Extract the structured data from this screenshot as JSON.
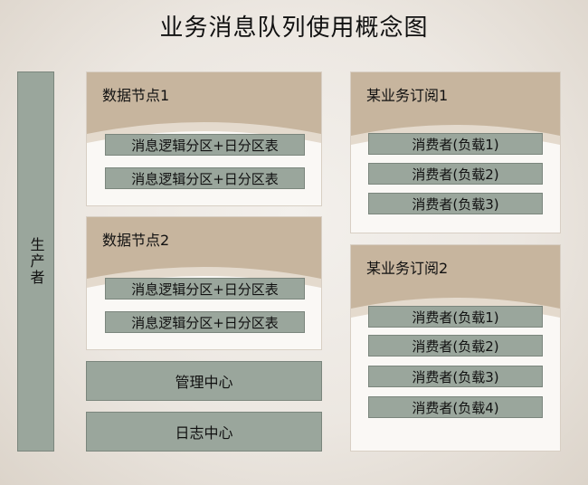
{
  "title": "业务消息队列使用概念图",
  "producer": "生产者",
  "data_nodes": [
    {
      "title": "数据节点1",
      "items": [
        "消息逻辑分区+日分区表",
        "消息逻辑分区+日分区表"
      ]
    },
    {
      "title": "数据节点2",
      "items": [
        "消息逻辑分区+日分区表",
        "消息逻辑分区+日分区表"
      ]
    }
  ],
  "management_center": "管理中心",
  "log_center": "日志中心",
  "subscriptions": [
    {
      "title": "某业务订阅1",
      "consumers": [
        "消费者(负载1)",
        "消费者(负载2)",
        "消费者(负载3)"
      ]
    },
    {
      "title": "某业务订阅2",
      "consumers": [
        "消费者(负载1)",
        "消费者(负载2)",
        "消费者(负载3)",
        "消费者(负载4)"
      ]
    }
  ],
  "colors": {
    "band": "#c7b59e",
    "arc": "#e4dacd",
    "box": "#9aa69c",
    "panel": "#faf8f5"
  }
}
